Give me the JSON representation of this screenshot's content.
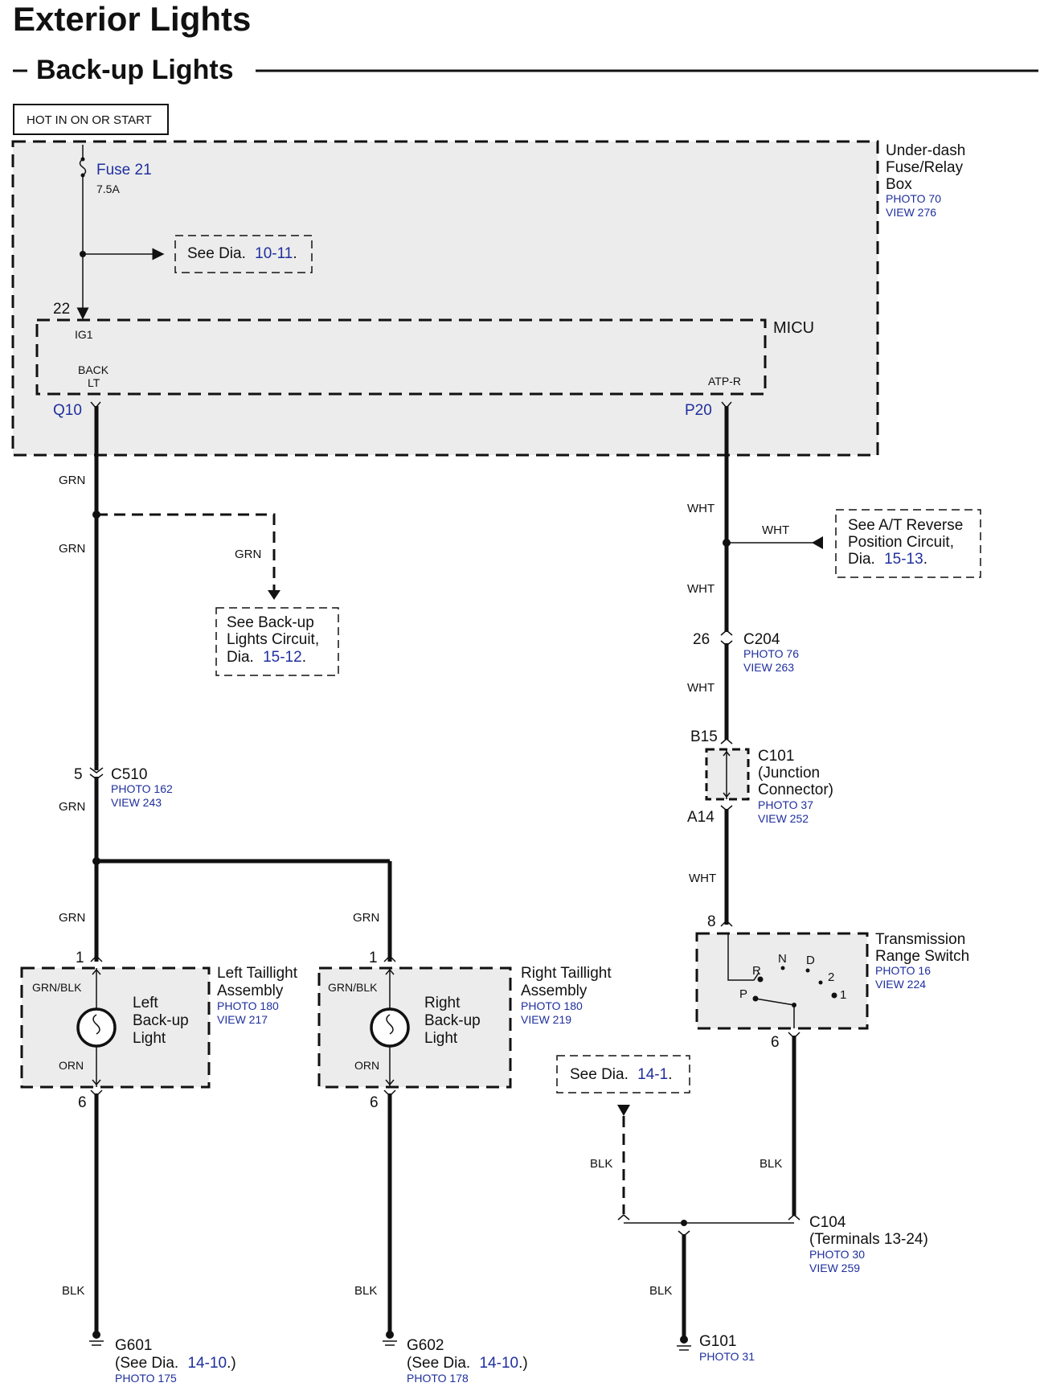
{
  "title": "Exterior Lights",
  "subtitle": "Back-up Lights",
  "hot_label": "HOT IN ON OR START",
  "fuse_box": {
    "name_line1": "Under-dash",
    "name_line2": "Fuse/Relay",
    "name_line3": "Box",
    "photo": "PHOTO 70",
    "view": "VIEW 276",
    "fuse_name": "Fuse 21",
    "fuse_rating": "7.5A",
    "see_dia_prefix": "See Dia.",
    "see_dia_ref": "10-11",
    "see_dia_suffix": "."
  },
  "micu": {
    "name": "MICU",
    "pin_in": "22",
    "pin_in_label": "IG1",
    "left_label_1": "BACK",
    "left_label_2": "LT",
    "left_pin": "Q10",
    "right_label": "ATP-R",
    "right_pin": "P20"
  },
  "wires": {
    "grn": "GRN",
    "wht": "WHT",
    "blk": "BLK",
    "grn_blk": "GRN/BLK",
    "orn": "ORN"
  },
  "refs": {
    "backup_circuit": {
      "line1": "See Back-up",
      "line2": "Lights Circuit,",
      "line3_prefix": "Dia.",
      "ref": "15-12",
      "suffix": "."
    },
    "at_reverse": {
      "line1": "See A/T Reverse",
      "line2": "Position Circuit,",
      "line3_prefix": "Dia.",
      "ref": "15-13",
      "suffix": "."
    },
    "dia14": {
      "prefix": "See Dia.",
      "ref": "14-1",
      "suffix": "."
    }
  },
  "connectors": {
    "c510": {
      "pin": "5",
      "name": "C510",
      "photo": "PHOTO 162",
      "view": "VIEW 243"
    },
    "c204": {
      "pin": "26",
      "name": "C204",
      "photo": "PHOTO 76",
      "view": "VIEW 263"
    },
    "c101": {
      "pin_top": "B15",
      "pin_bottom": "A14",
      "name": "C101",
      "line2": "(Junction",
      "line3": "Connector)",
      "photo": "PHOTO 37",
      "view": "VIEW 252"
    },
    "c104": {
      "name": "C104",
      "line2": "(Terminals 13-24)",
      "photo": "PHOTO 30",
      "view": "VIEW 259"
    }
  },
  "left_light": {
    "pin_top": "1",
    "pin_bottom": "6",
    "lamp_l1": "Left",
    "lamp_l2": "Back-up",
    "lamp_l3": "Light",
    "assy_l1": "Left Taillight",
    "assy_l2": "Assembly",
    "photo": "PHOTO 180",
    "view": "VIEW 217"
  },
  "right_light": {
    "pin_top": "1",
    "pin_bottom": "6",
    "lamp_l1": "Right",
    "lamp_l2": "Back-up",
    "lamp_l3": "Light",
    "assy_l1": "Right Taillight",
    "assy_l2": "Assembly",
    "photo": "PHOTO 180",
    "view": "VIEW 219"
  },
  "switch": {
    "pin_top": "8",
    "pin_bottom": "6",
    "name_l1": "Transmission",
    "name_l2": "Range Switch",
    "photo": "PHOTO 16",
    "view": "VIEW 224",
    "positions": {
      "R": "R",
      "N": "N",
      "D": "D",
      "two": "2",
      "one": "1",
      "P": "P"
    }
  },
  "grounds": {
    "g601": {
      "name": "G601",
      "see_prefix": "(See Dia.",
      "ref": "14-10",
      "suffix": ".)",
      "photo": "PHOTO 175"
    },
    "g602": {
      "name": "G602",
      "see_prefix": "(See Dia.",
      "ref": "14-10",
      "suffix": ".)",
      "photo": "PHOTO 178"
    },
    "g101": {
      "name": "G101",
      "photo": "PHOTO 31"
    }
  }
}
